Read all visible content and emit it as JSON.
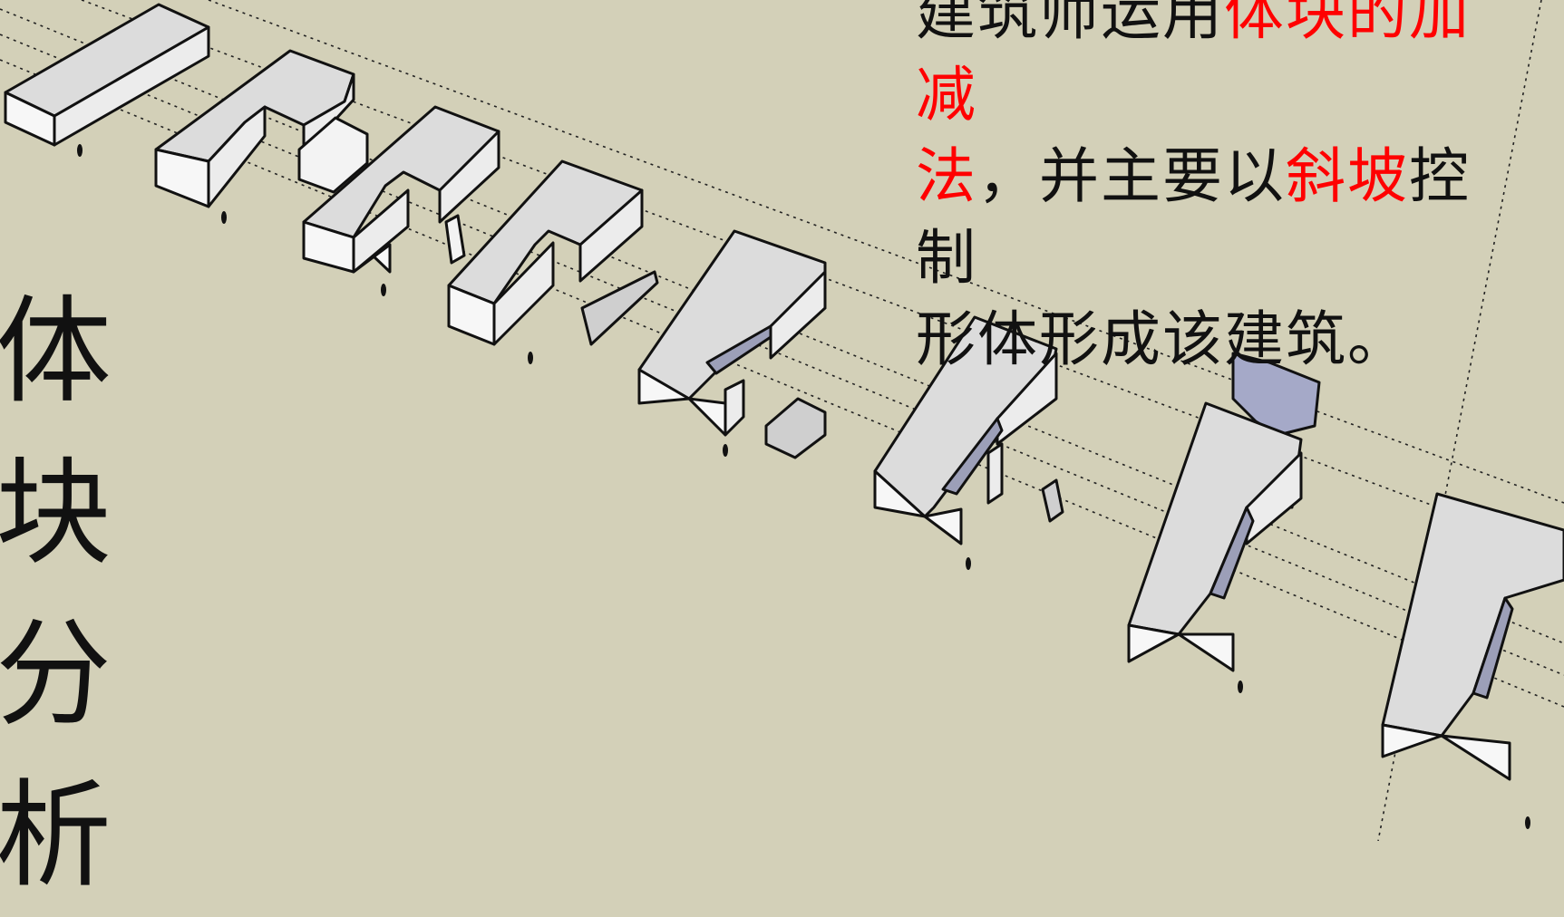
{
  "side_title": [
    "体",
    "块",
    "分",
    "析"
  ],
  "description": {
    "line1": [
      {
        "text": "建筑师运用",
        "highlight": false
      },
      {
        "text": "体块的加减",
        "highlight": true
      }
    ],
    "line2": [
      {
        "text": "法",
        "highlight": true
      },
      {
        "text": "，并主要以",
        "highlight": false
      },
      {
        "text": "斜坡",
        "highlight": true
      },
      {
        "text": "控制",
        "highlight": false
      }
    ],
    "line3": [
      {
        "text": "形体形成该建筑。",
        "highlight": false
      }
    ]
  },
  "colors": {
    "background": "#d3d0b8",
    "block_top": "#dcdcdc",
    "block_side": "#f7f7f7",
    "block_front": "#ececec",
    "slope": "#9c9fb8",
    "removed_block": "#a5a9c8",
    "highlight_text": "#ff0000",
    "text": "#111111"
  }
}
